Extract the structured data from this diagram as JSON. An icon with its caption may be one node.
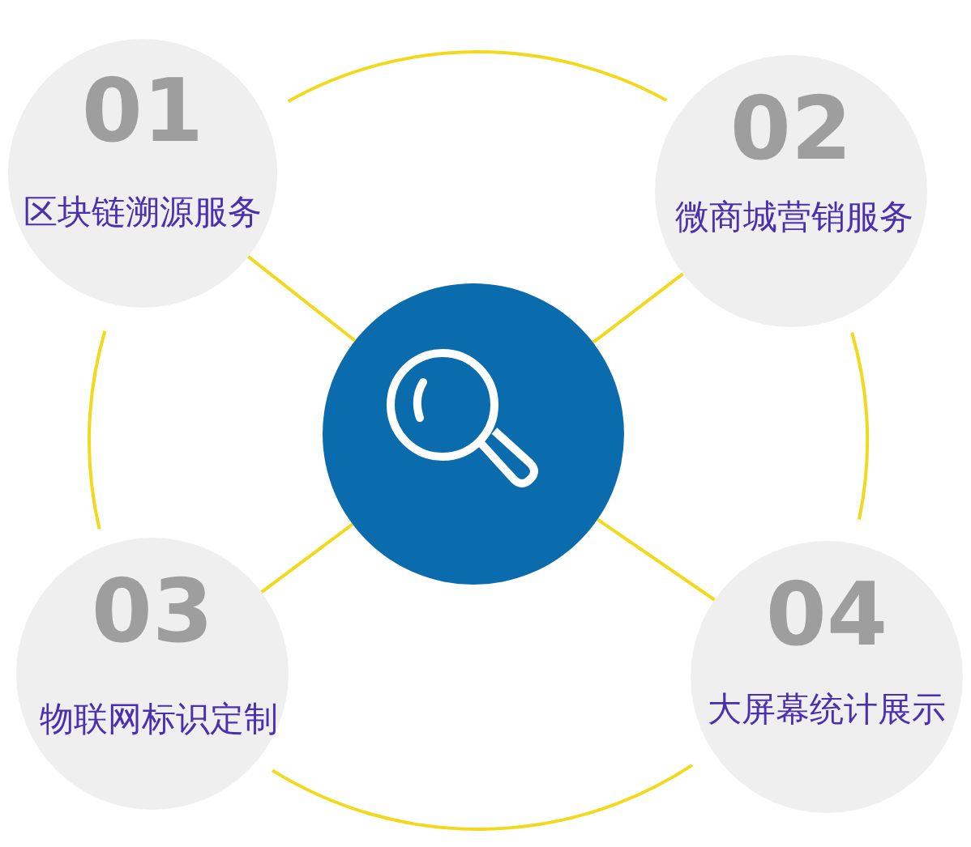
{
  "diagram": {
    "nodes": [
      {
        "text": [],
        "shape": "circle"
      },
      {
        "text": [
          "01",
          "区块链溯源服务"
        ]
      },
      {
        "text": [
          "02",
          "微商城营销服务"
        ]
      },
      {
        "text": [
          "03",
          "物联网标识定制"
        ]
      },
      {
        "text": [
          "04",
          "大屏幕统计展示"
        ]
      }
    ],
    "edges": [
      {
        "from": 0,
        "to": 1,
        "arrow": "none"
      },
      {
        "from": 0,
        "to": 2,
        "arrow": "none"
      },
      {
        "from": 0,
        "to": 3,
        "arrow": "none"
      },
      {
        "from": 0,
        "to": 4,
        "arrow": "none"
      },
      {
        "from": 1,
        "to": 2,
        "arrow": "none"
      },
      {
        "from": 2,
        "to": 4,
        "arrow": "none"
      },
      {
        "from": 4,
        "to": 3,
        "arrow": "none"
      },
      {
        "from": 3,
        "to": 1,
        "arrow": "none"
      }
    ]
  }
}
